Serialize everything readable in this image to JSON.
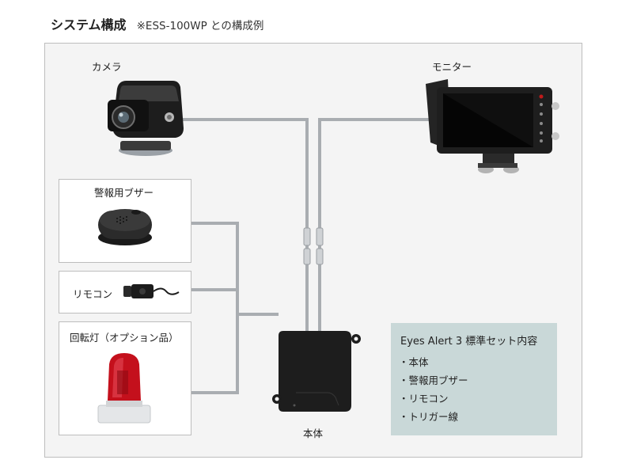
{
  "header": {
    "title": "システム構成",
    "subtitle": "※ESS-100WP との構成例"
  },
  "components": {
    "camera": "カメラ",
    "monitor": "モニター",
    "buzzer": "警報用ブザー",
    "remote": "リモコン",
    "beacon": "回転灯（オプション品）",
    "main_unit": "本体"
  },
  "kit": {
    "title": "Eyes Alert 3 標準セット内容",
    "items": [
      "・本体",
      "・警報用ブザー",
      "・リモコン",
      "・トリガー線"
    ]
  },
  "colors": {
    "wire": "#a9adb1",
    "panel": "#f4f4f4",
    "kit_bg": "#c9d8d8",
    "beacon_red": "#c4101c"
  },
  "icons": [
    "camera-icon",
    "monitor-icon",
    "buzzer-icon",
    "remote-icon",
    "beacon-icon",
    "main-unit-icon"
  ]
}
